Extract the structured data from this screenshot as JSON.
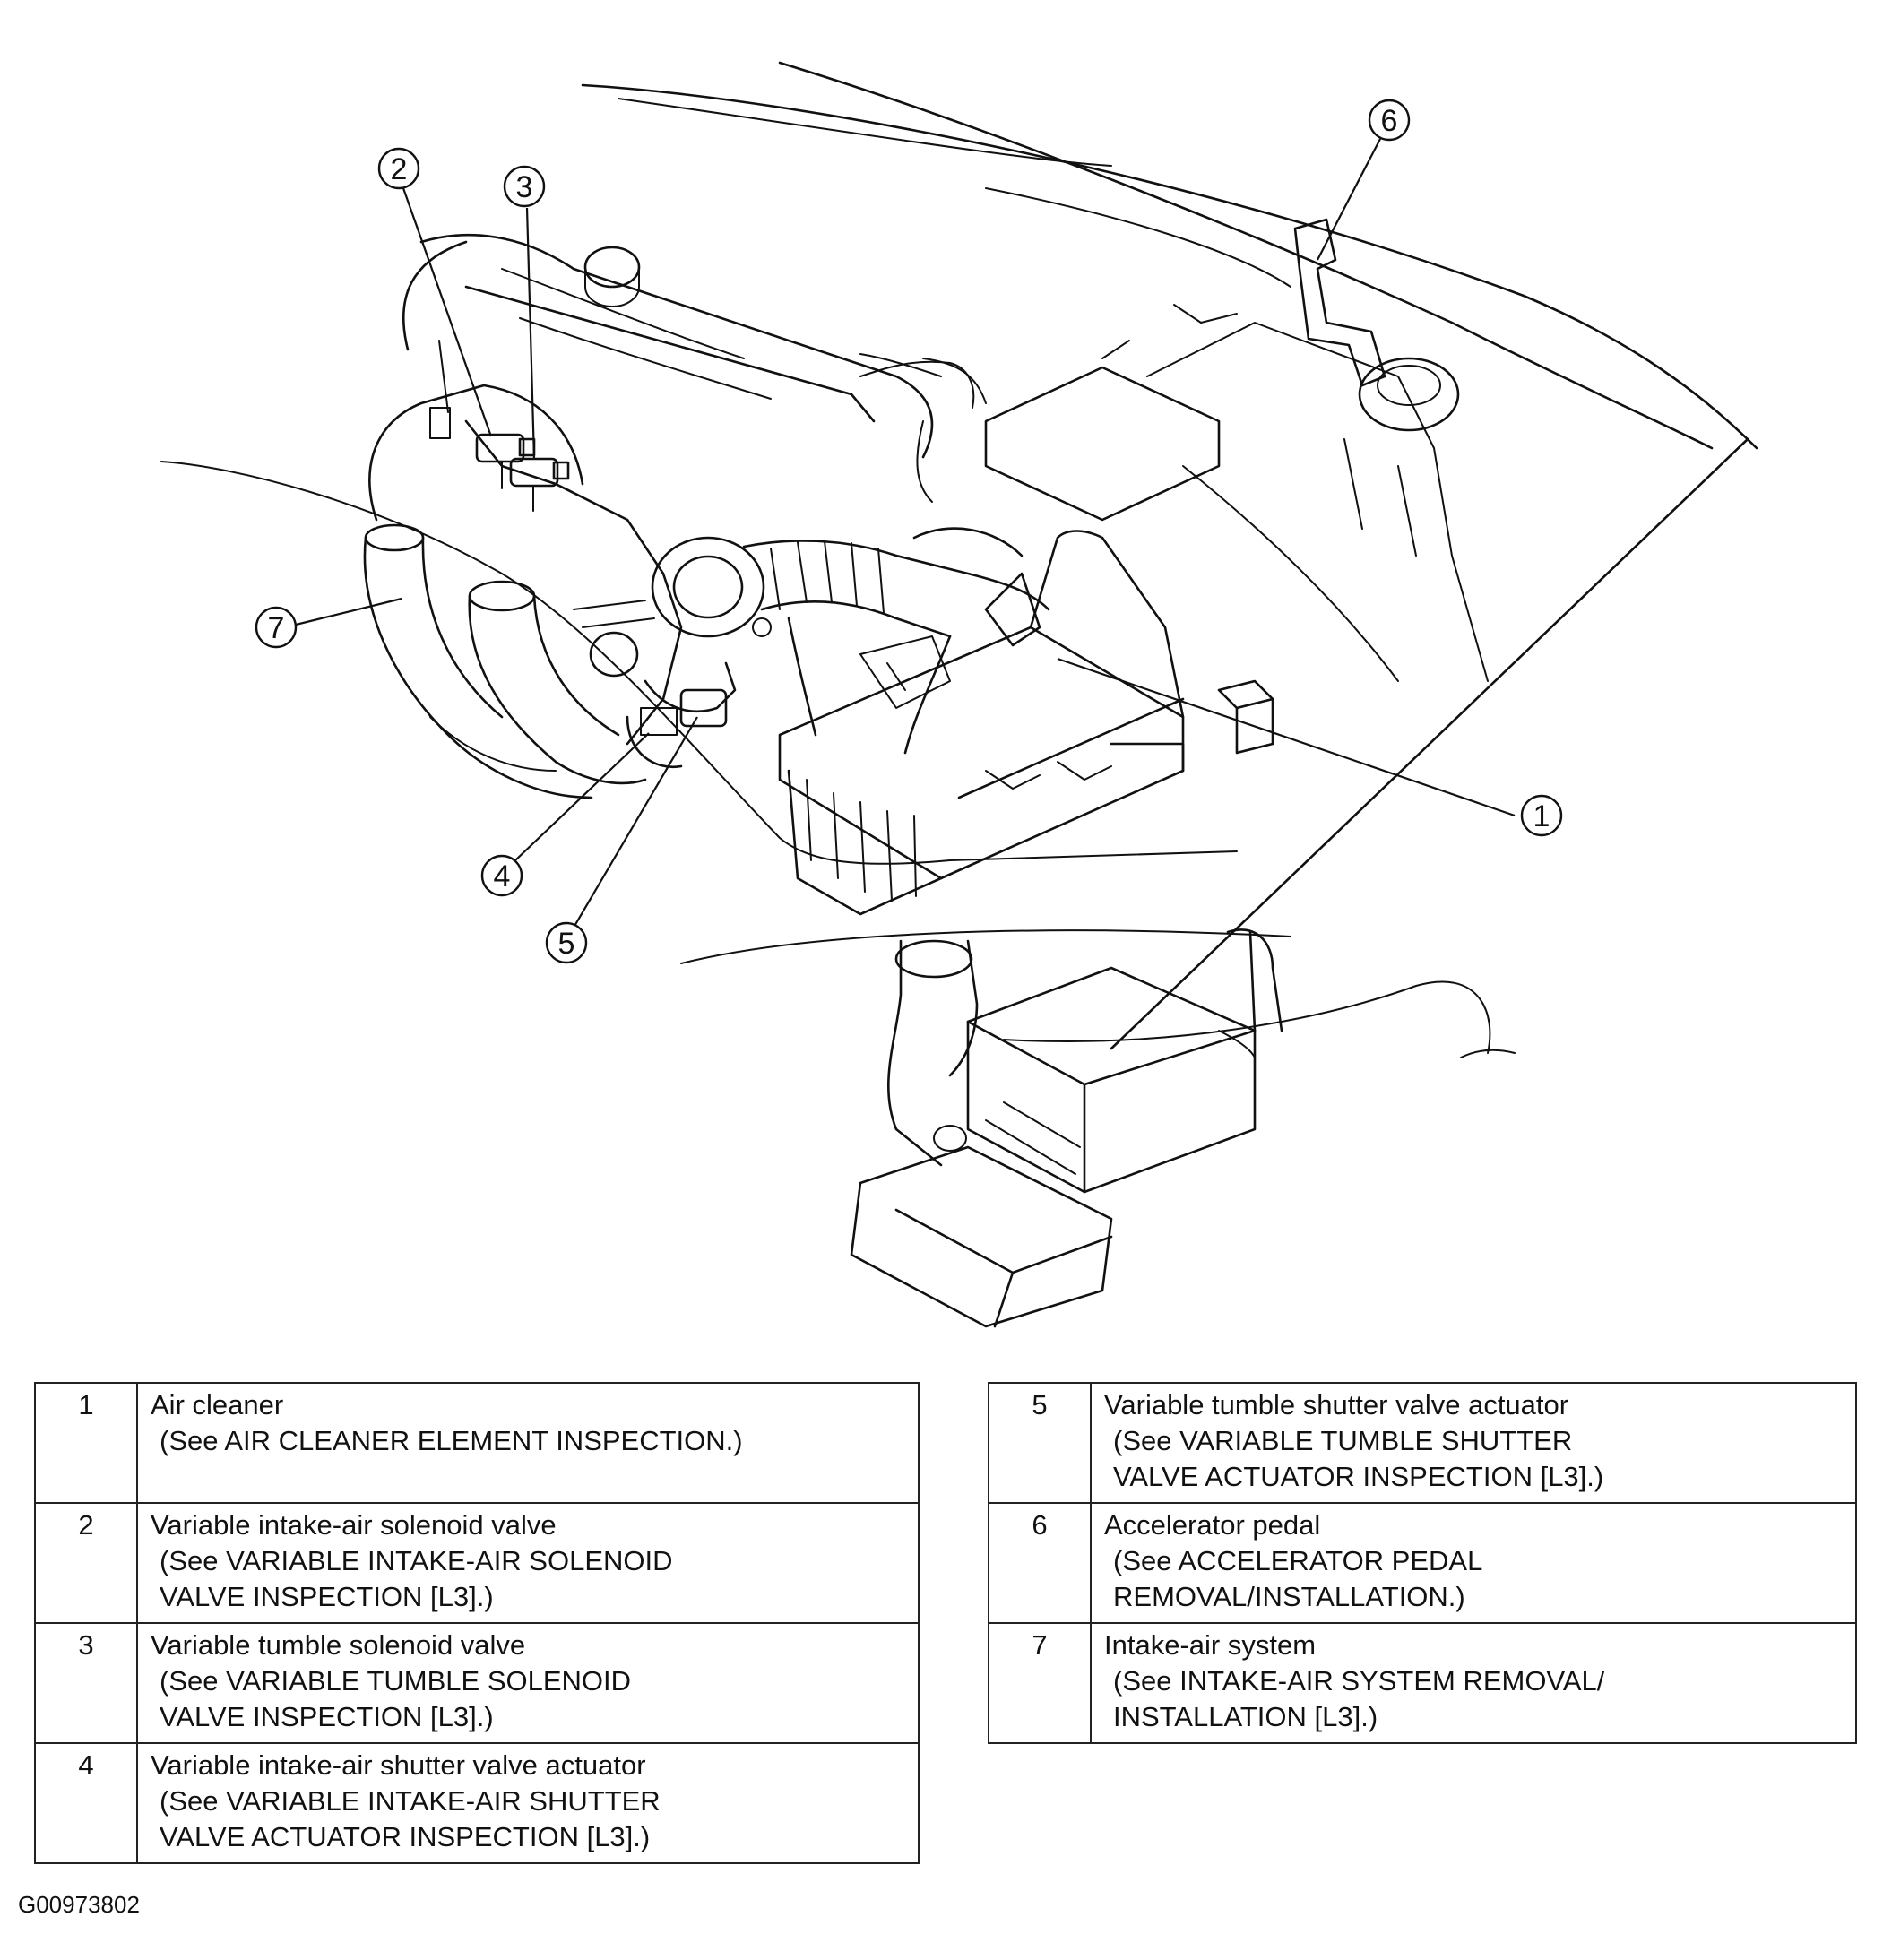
{
  "figure_id": "G00973802",
  "callouts": [
    "1",
    "2",
    "3",
    "4",
    "5",
    "6",
    "7"
  ],
  "parts_left": [
    {
      "num": "1",
      "name": "Air cleaner",
      "ref": "(See AIR CLEANER ELEMENT INSPECTION.)"
    },
    {
      "num": "2",
      "name": "Variable intake-air solenoid valve",
      "ref": "(See VARIABLE INTAKE-AIR SOLENOID\nVALVE INSPECTION [L3].)"
    },
    {
      "num": "3",
      "name": "Variable tumble solenoid valve",
      "ref": "(See VARIABLE TUMBLE SOLENOID\nVALVE INSPECTION [L3].)"
    },
    {
      "num": "4",
      "name": "Variable intake-air shutter valve actuator",
      "ref": "(See VARIABLE INTAKE-AIR SHUTTER\nVALVE ACTUATOR INSPECTION [L3].)"
    }
  ],
  "parts_right": [
    {
      "num": "5",
      "name": "Variable tumble shutter valve actuator",
      "ref": "(See VARIABLE TUMBLE SHUTTER\nVALVE ACTUATOR INSPECTION [L3].)"
    },
    {
      "num": "6",
      "name": "Accelerator pedal",
      "ref": "(See ACCELERATOR PEDAL\nREMOVAL/INSTALLATION.)"
    },
    {
      "num": "7",
      "name": "Intake-air system",
      "ref": "(See INTAKE-AIR SYSTEM REMOVAL/\nINSTALLATION [L3].)"
    }
  ]
}
